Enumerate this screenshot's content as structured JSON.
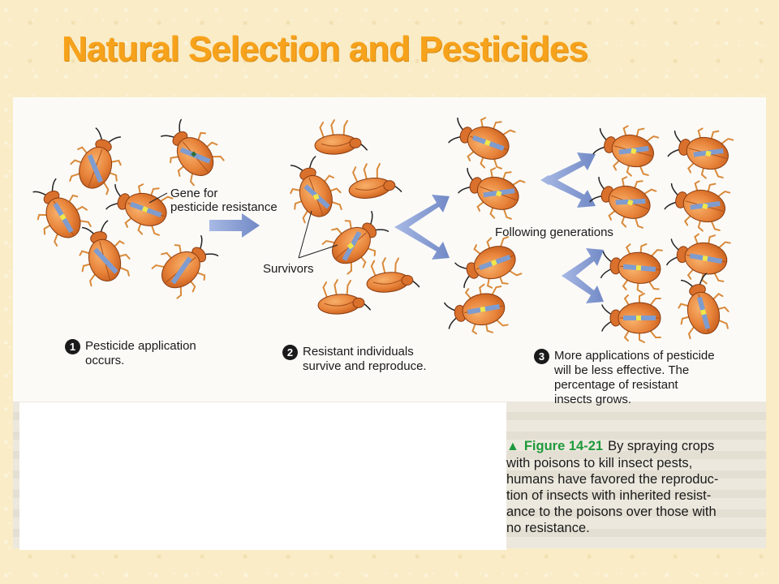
{
  "title": "Natural Selection and Pesticides",
  "labels": {
    "gene": "Gene for",
    "gene2": "pesticide resistance",
    "survivors": "Survivors",
    "following": "Following generations"
  },
  "steps": [
    {
      "num": "1",
      "line1": "Pesticide application",
      "line2": "occurs.",
      "line3": "",
      "line4": ""
    },
    {
      "num": "2",
      "line1": "Resistant individuals",
      "line2": "survive and reproduce.",
      "line3": "",
      "line4": ""
    },
    {
      "num": "3",
      "line1": "More applications of pesticide",
      "line2": "will be less effective. The",
      "line3": "percentage of resistant",
      "line4": "insects grows."
    }
  ],
  "caption": {
    "figure": "Figure 14-21",
    "lines": [
      "By spraying crops",
      "with poisons to kill insect pests,",
      "humans have favored the reproduc-",
      "tion of insects with inherited resist-",
      "ance to the poisons over those with",
      "no resistance."
    ]
  },
  "colors": {
    "title": "#f7a21b",
    "beetle_body": "#e8833a",
    "beetle_shade": "#c8601e",
    "gene_band": "#7f9ccf",
    "gene_marker": "#f2e64a",
    "arrow": "#8fa5d6",
    "figure_green": "#1f9a3c"
  }
}
